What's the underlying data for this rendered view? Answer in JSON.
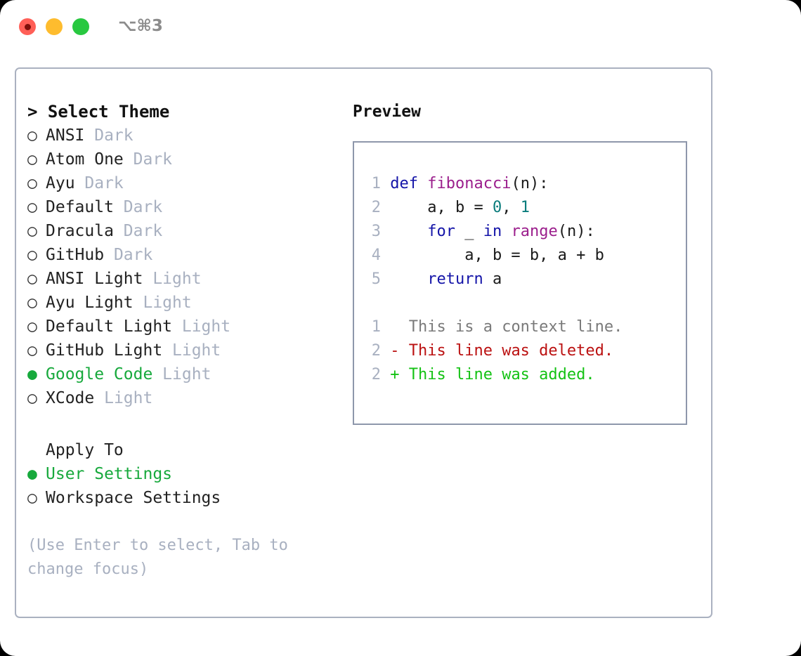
{
  "window": {
    "traffic_lights": [
      {
        "name": "close-button",
        "color": "#ff5f57",
        "recording": true
      },
      {
        "name": "minimize-button",
        "color": "#febc2e",
        "recording": false
      },
      {
        "name": "zoom-button",
        "color": "#28c840",
        "recording": false
      }
    ],
    "shortcut": "⌥⌘3"
  },
  "theme_selector": {
    "header": "> Select Theme",
    "bullet_selected": "●",
    "bullet_unselected": "○",
    "selected_color": "#17a93c",
    "options": [
      {
        "label": "ANSI",
        "kind": "Dark",
        "selected": false
      },
      {
        "label": "Atom One",
        "kind": "Dark",
        "selected": false
      },
      {
        "label": "Ayu",
        "kind": "Dark",
        "selected": false
      },
      {
        "label": "Default",
        "kind": "Dark",
        "selected": false
      },
      {
        "label": "Dracula",
        "kind": "Dark",
        "selected": false
      },
      {
        "label": "GitHub",
        "kind": "Dark",
        "selected": false
      },
      {
        "label": "ANSI Light",
        "kind": "Light",
        "selected": false
      },
      {
        "label": "Ayu Light",
        "kind": "Light",
        "selected": false
      },
      {
        "label": "Default Light",
        "kind": "Light",
        "selected": false
      },
      {
        "label": "GitHub Light",
        "kind": "Light",
        "selected": false
      },
      {
        "label": "Google Code",
        "kind": "Light",
        "selected": true
      },
      {
        "label": "XCode",
        "kind": "Light",
        "selected": false
      }
    ]
  },
  "apply_to": {
    "header": "Apply To",
    "options": [
      {
        "label": "User Settings",
        "selected": true
      },
      {
        "label": "Workspace Settings",
        "selected": false
      }
    ]
  },
  "hint": "(Use Enter to select, Tab to change focus)",
  "preview": {
    "title": "Preview",
    "code_lines": [
      {
        "number": "1",
        "tokens": [
          {
            "text": "def ",
            "type": "keyword"
          },
          {
            "text": "fibonacci",
            "type": "function"
          },
          {
            "text": "(n):",
            "type": "plain"
          }
        ]
      },
      {
        "number": "2",
        "tokens": [
          {
            "text": "    a, b = ",
            "type": "plain"
          },
          {
            "text": "0",
            "type": "number"
          },
          {
            "text": ", ",
            "type": "plain"
          },
          {
            "text": "1",
            "type": "number"
          }
        ]
      },
      {
        "number": "3",
        "tokens": [
          {
            "text": "    ",
            "type": "plain"
          },
          {
            "text": "for",
            "type": "keyword"
          },
          {
            "text": " _ ",
            "type": "plain"
          },
          {
            "text": "in",
            "type": "keyword"
          },
          {
            "text": " ",
            "type": "plain"
          },
          {
            "text": "range",
            "type": "function"
          },
          {
            "text": "(n):",
            "type": "plain"
          }
        ]
      },
      {
        "number": "4",
        "tokens": [
          {
            "text": "        a, b = b, a + b",
            "type": "plain"
          }
        ]
      },
      {
        "number": "5",
        "tokens": [
          {
            "text": "    ",
            "type": "plain"
          },
          {
            "text": "return",
            "type": "keyword"
          },
          {
            "text": " a",
            "type": "plain"
          }
        ]
      }
    ],
    "diff_lines": [
      {
        "number": "1",
        "marker": " ",
        "text": " This is a context line.",
        "type": "context"
      },
      {
        "number": "2",
        "marker": "-",
        "text": " This line was deleted.",
        "type": "deleted"
      },
      {
        "number": "2",
        "marker": "+",
        "text": " This line was added.",
        "type": "added"
      }
    ],
    "colors": {
      "keyword": "#1414a8",
      "function": "#9b1e8c",
      "number": "#0a7c7c",
      "plain": "#1a1a1a",
      "line_number": "#a8b0c0",
      "diff_context": "#7a7a7a",
      "diff_deleted": "#bb1111",
      "diff_added": "#14c214"
    }
  }
}
